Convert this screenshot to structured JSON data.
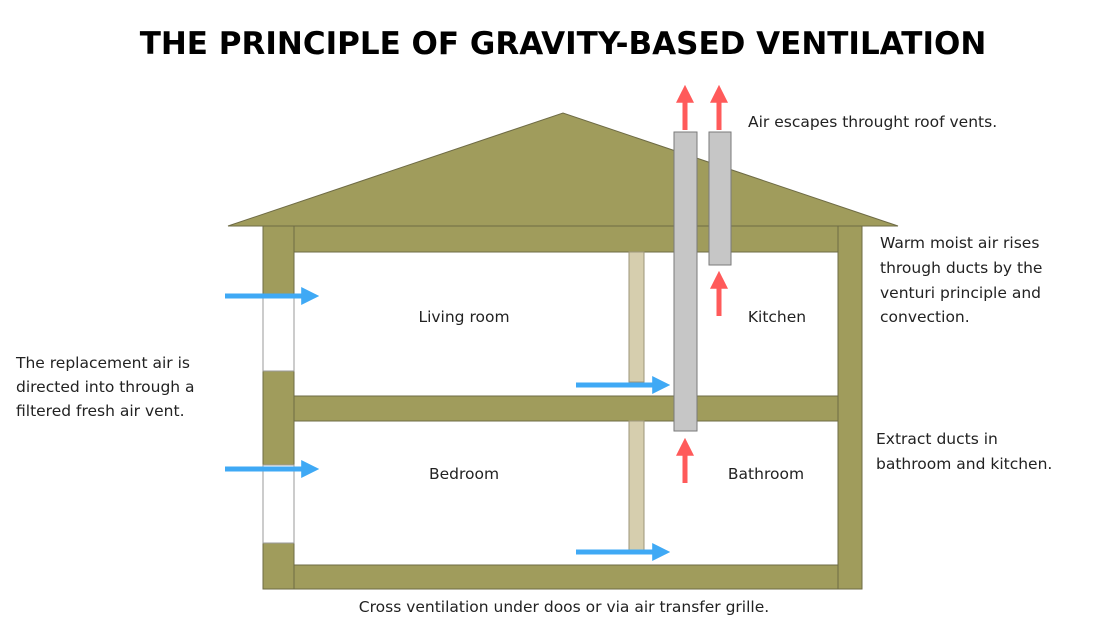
{
  "title": "THE PRINCIPLE OF GRAVITY-BASED VENTILATION",
  "rooms": {
    "living_room": "Living room",
    "kitchen": "Kitchen",
    "bedroom": "Bedroom",
    "bathroom": "Bathroom"
  },
  "annotations": {
    "roof_vents": "Air escapes throught roof vents.",
    "warm_air": [
      "Warm moist air rises",
      "through ducts by the",
      "venturi principle and",
      "convection."
    ],
    "replacement_air": [
      "The replacement air is",
      "directed into through a",
      "filtered fresh air vent."
    ],
    "extract_ducts": [
      "Extract ducts in",
      "bathroom and kitchen."
    ],
    "cross_ventilation": "Cross ventilation under doos or via air transfer grille."
  },
  "colors": {
    "structure": "#a09c5c",
    "partition": "#d6ceae",
    "duct": "#c6c6c6",
    "intake_arrow": "#3fa9f5",
    "exhaust_arrow": "#ff5a5a"
  }
}
